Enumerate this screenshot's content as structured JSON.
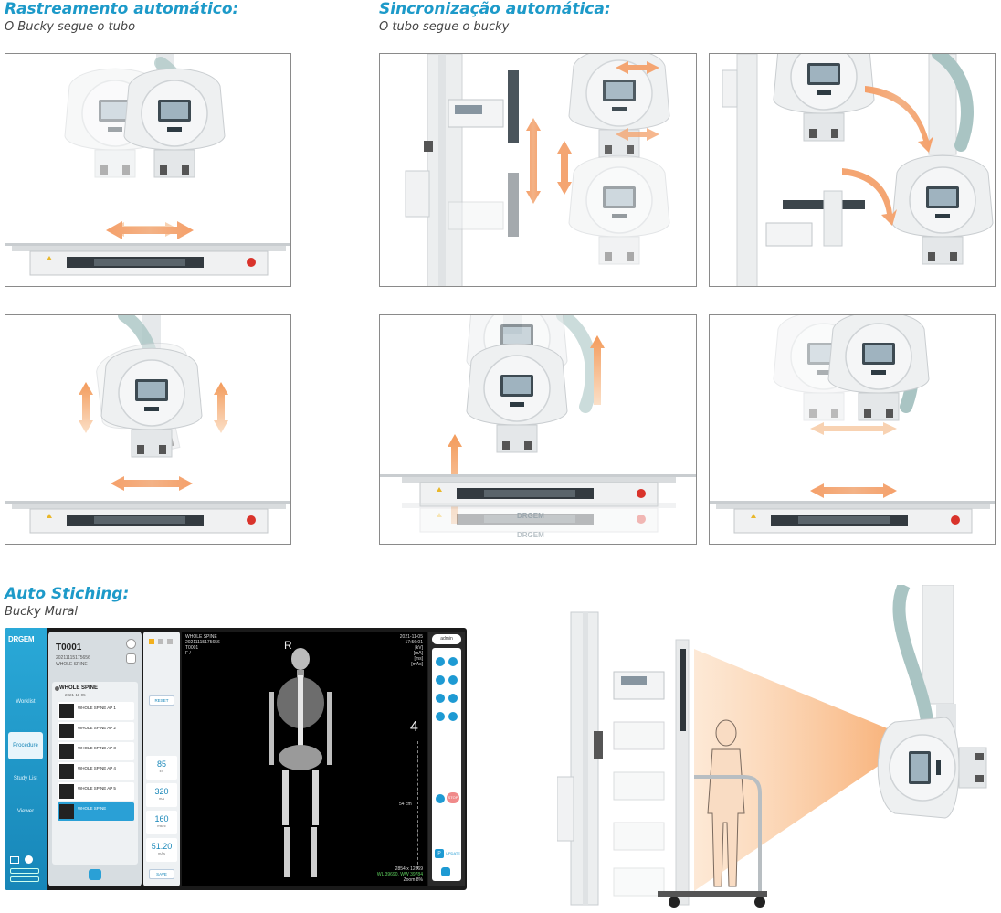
{
  "sections": {
    "auto_tracking": {
      "title": "Rastreamento automático:",
      "subtitle": "O Bucky segue o tubo"
    },
    "auto_sync": {
      "title": "Sincronização automática:",
      "subtitle": "O tubo segue o bucky"
    },
    "auto_stitching": {
      "title": "Auto Stiching:",
      "subtitle": "Bucky Mural"
    }
  },
  "brand": {
    "logo_text": "DRGEM",
    "stamp_text": "DRGEM"
  },
  "colors": {
    "heading": "#1d9ac9",
    "arrow": "#f29a5c",
    "accent": "#2aa9d8",
    "device": "#e9ecee"
  },
  "software": {
    "logo": "DRGEM",
    "nav": [
      "Worklist",
      "Procedure",
      "Study List",
      "Viewer"
    ],
    "active_nav": "Procedure",
    "patient": {
      "id": "T0001",
      "number": "20211115175656",
      "study": "WHOLE SPINE"
    },
    "study": {
      "title": "WHOLE SPINE",
      "date": "2021-11-05"
    },
    "items": [
      "WHOLE SPINE AP 1",
      "WHOLE SPINE AP 2",
      "WHOLE SPINE AP 3",
      "WHOLE SPINE AP 4",
      "WHOLE SPINE AP 5",
      "WHOLE SPINE"
    ],
    "controls": {
      "reset": "RESET",
      "kv": "85",
      "kv_unit": "kV",
      "ma": "320",
      "ma_unit": "mA",
      "ms": "160",
      "ms_unit": "msec",
      "mas": "51.20",
      "mas_unit": "mAs",
      "save": "SAVE"
    },
    "viewer": {
      "top_left": [
        "WHOLE SPINE",
        "20211115175656",
        "T0001",
        "F /"
      ],
      "top_right": [
        "2021-11-05",
        "17:56:01",
        "[kV]",
        "[mA]",
        "[ms]",
        "[mAs]"
      ],
      "marker": "R",
      "ruler_number": "4",
      "ruler_label": "54 cm",
      "bottom_right": [
        "2854 x 12869",
        "WL 39690, WW 39784",
        "Zoom 8%"
      ]
    },
    "user": "admin",
    "tools": {
      "stop": "STOP",
      "update": "UPDATE",
      "p": "P"
    }
  }
}
